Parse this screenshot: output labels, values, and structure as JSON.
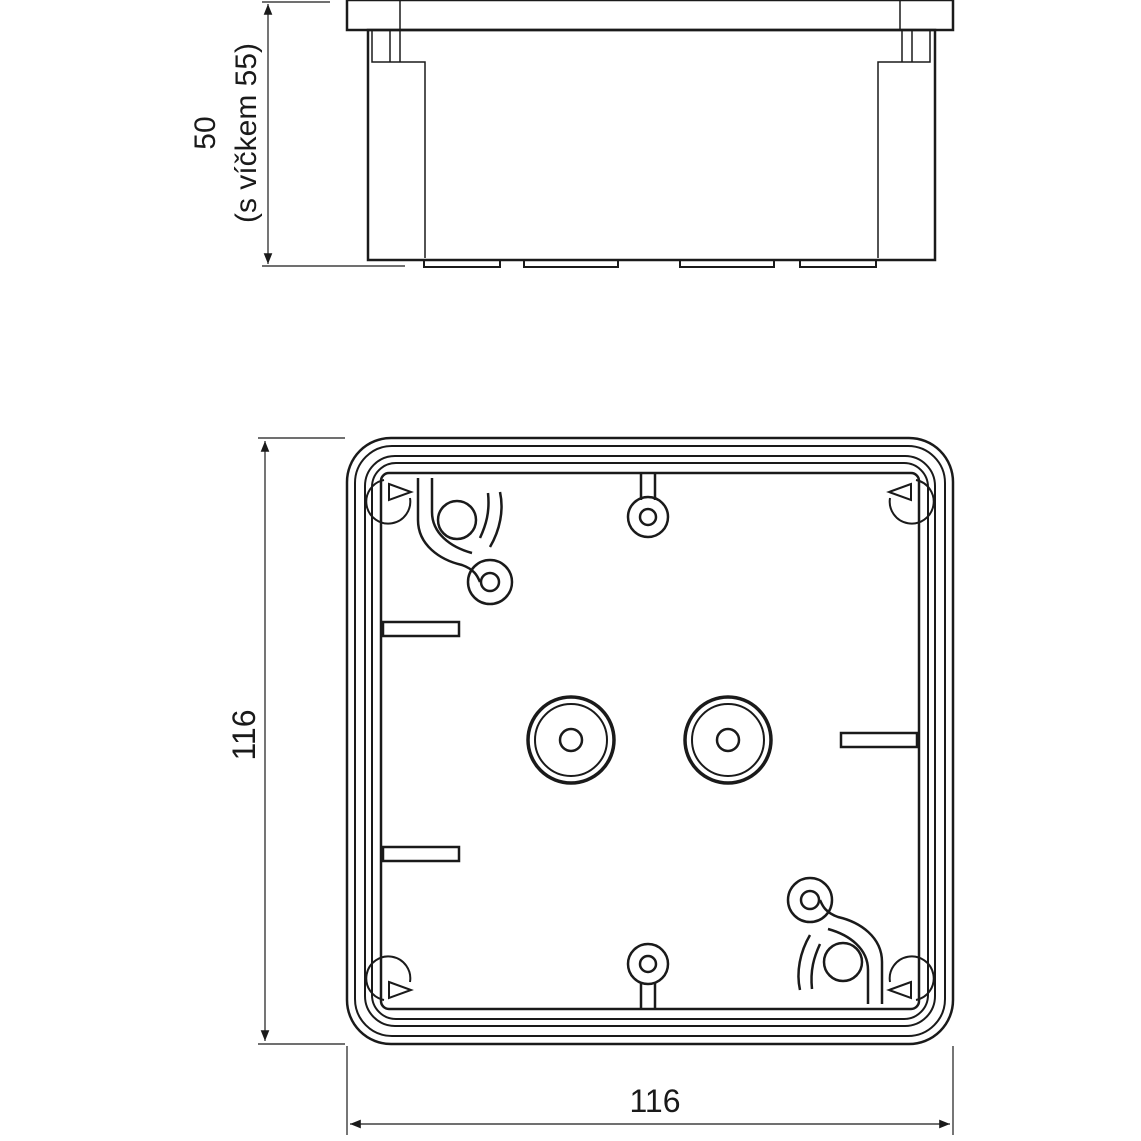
{
  "side_view": {
    "height_dimension": "50",
    "lid_note": "(s víčkem 55)"
  },
  "top_view": {
    "height_dimension": "116",
    "width_dimension": "116"
  },
  "colors": {
    "line": "#1a1a1a",
    "background": "#ffffff"
  }
}
